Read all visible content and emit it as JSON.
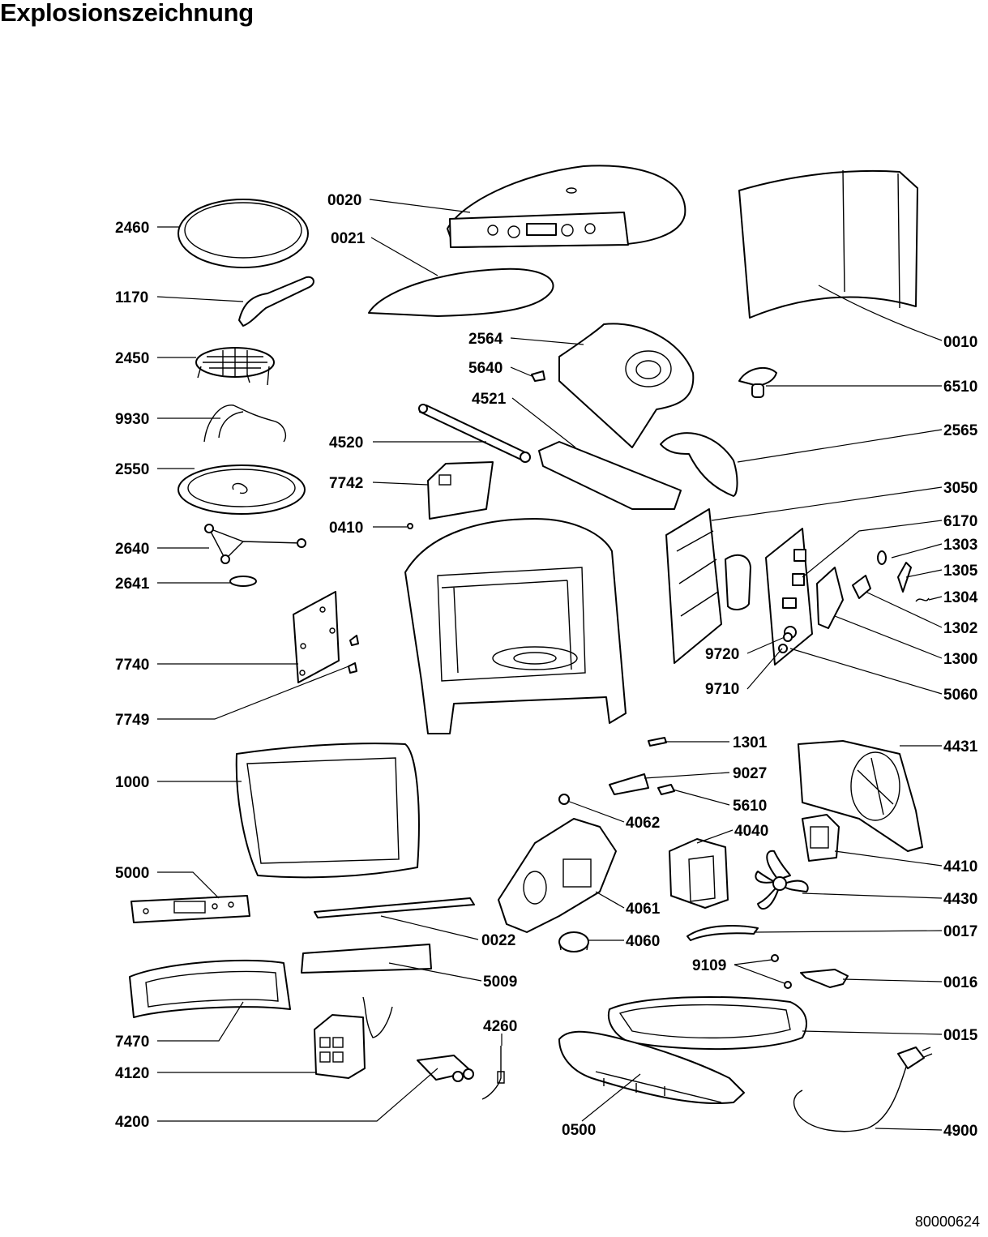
{
  "title": "Explosionszeichnung",
  "document_number": "80000624",
  "part_numbers": {
    "p0020": "0020",
    "p2460": "2460",
    "p0021": "0021",
    "p1170": "1170",
    "p0010": "0010",
    "p2564": "2564",
    "p2450": "2450",
    "p5640": "5640",
    "p6510": "6510",
    "p4521": "4521",
    "p9930": "9930",
    "p4520": "4520",
    "p2565": "2565",
    "p2550": "2550",
    "p7742": "7742",
    "p3050": "3050",
    "p0410": "0410",
    "p6170": "6170",
    "p2640": "2640",
    "p1303": "1303",
    "p1305": "1305",
    "p2641": "2641",
    "p1304": "1304",
    "p1302": "1302",
    "p7740": "7740",
    "p9720": "9720",
    "p1300": "1300",
    "p9710": "9710",
    "p5060": "5060",
    "p7749": "7749",
    "p1301": "1301",
    "p4431": "4431",
    "p9027": "9027",
    "p1000": "1000",
    "p5610": "5610",
    "p4062": "4062",
    "p4040": "4040",
    "p4410": "4410",
    "p5000": "5000",
    "p4430": "4430",
    "p4061": "4061",
    "p0017": "0017",
    "p0022": "0022",
    "p4060": "4060",
    "p9109": "9109",
    "p0016": "0016",
    "p5009": "5009",
    "p4260": "4260",
    "p0015": "0015",
    "p7470": "7470",
    "p4120": "4120",
    "p4200": "4200",
    "p0500": "0500",
    "p4900": "4900"
  }
}
